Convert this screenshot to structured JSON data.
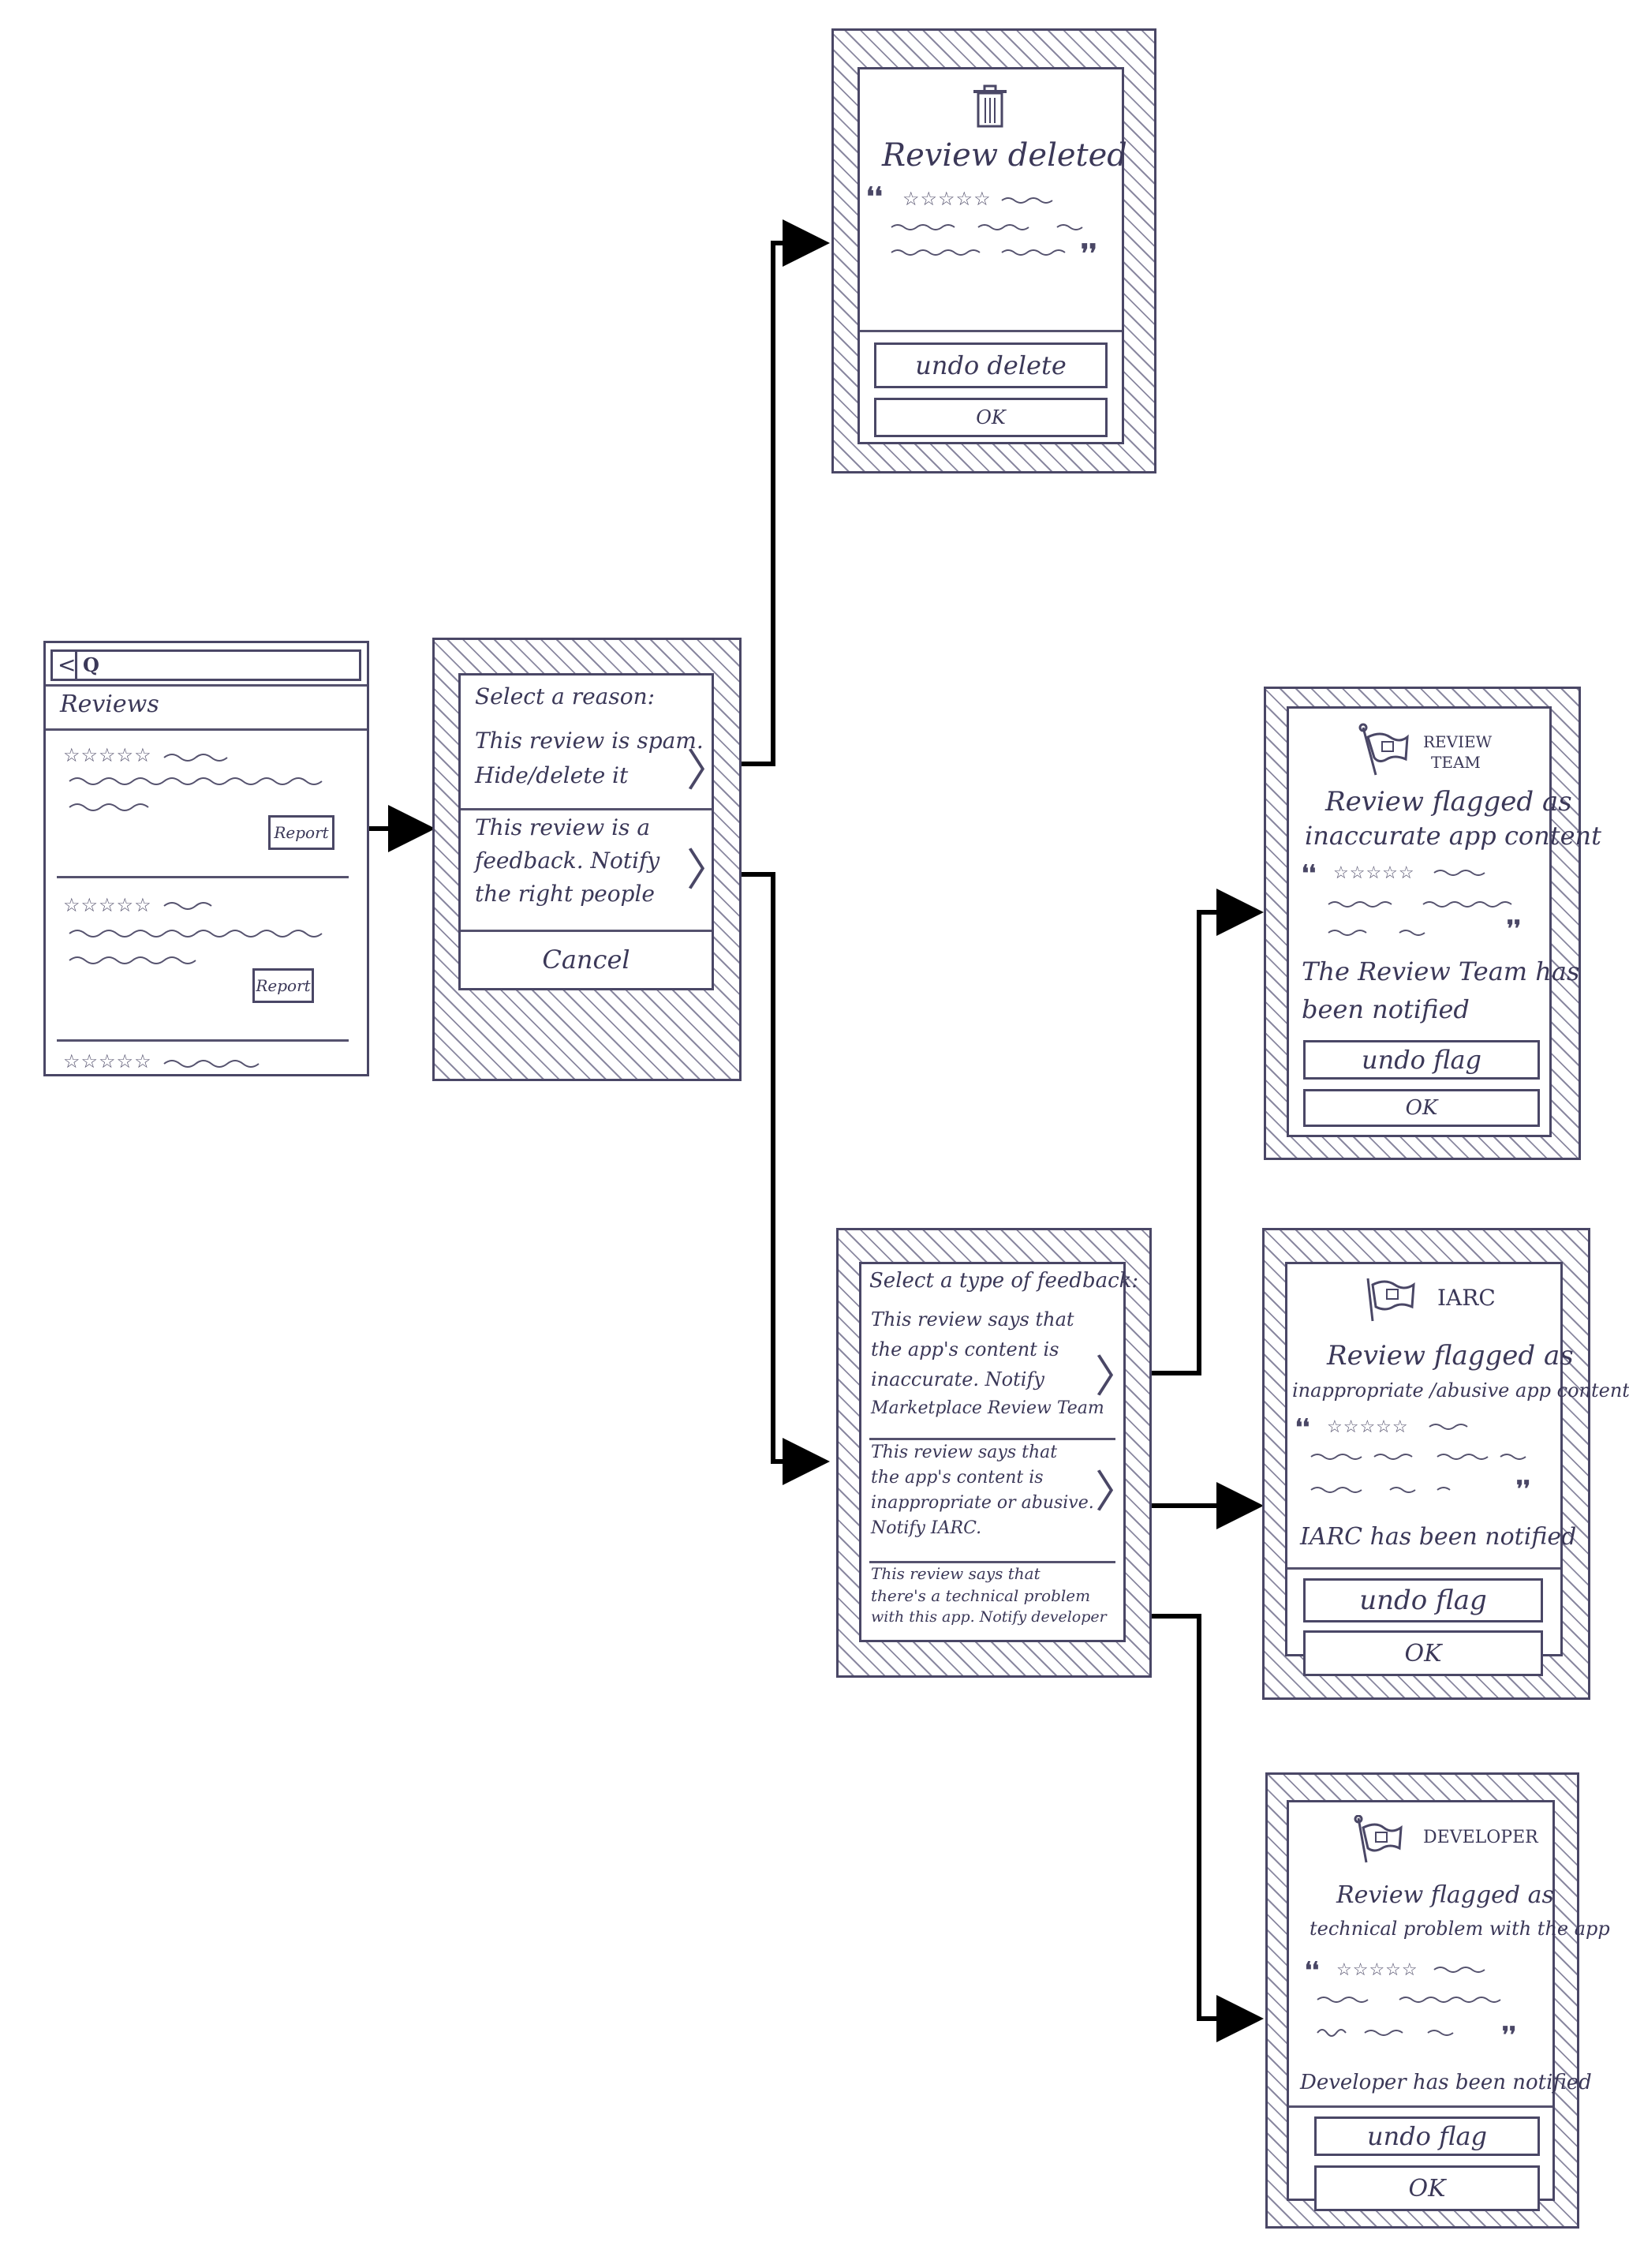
{
  "reviews_screen": {
    "back_glyph": "<",
    "search_glyph": "Q",
    "title": "Reviews",
    "stars": "☆☆☆☆☆",
    "report_label": "Report"
  },
  "reason_screen": {
    "heading": "Select a reason:",
    "option_spam_line1": "This review is spam.",
    "option_spam_line2": "Hide/delete it",
    "option_feedback_line1": "This review is a",
    "option_feedback_line2": "feedback. Notify",
    "option_feedback_line3": "the right people",
    "cancel_label": "Cancel"
  },
  "deleted_screen": {
    "title": "Review deleted",
    "stars": "☆☆☆☆☆",
    "undo_label": "undo delete",
    "ok_label": "OK"
  },
  "feedback_screen": {
    "heading": "Select a type of feedback:",
    "option_review_team_lines": [
      "This review says that",
      "the app's content is",
      "inaccurate. Notify",
      "Marketplace Review Team"
    ],
    "option_iarc_lines": [
      "This review says that",
      "the app's content is",
      "inappropriate or abusive.",
      "Notify IARC."
    ],
    "option_developer_lines": [
      "This review says that",
      "there's a technical problem",
      "with this app. Notify developer"
    ]
  },
  "review_team_screen": {
    "recipient_line1": "REVIEW",
    "recipient_line2": "TEAM",
    "title_line1": "Review flagged as",
    "title_line2": "inaccurate app content",
    "stars": "☆☆☆☆☆",
    "notified_line1": "The Review Team has",
    "notified_line2": "been notified",
    "undo_label": "undo flag",
    "ok_label": "OK"
  },
  "iarc_screen": {
    "recipient": "IARC",
    "title_line1": "Review flagged as",
    "title_line2": "inappropriate /abusive app content",
    "stars": "☆☆☆☆☆",
    "notified": "IARC has been notified",
    "undo_label": "undo flag",
    "ok_label": "OK"
  },
  "developer_screen": {
    "recipient": "DEVELOPER",
    "title_line1": "Review flagged as",
    "title_line2": "technical problem with the app",
    "stars": "☆☆☆☆☆",
    "notified": "Developer has been notified",
    "undo_label": "undo flag",
    "ok_label": "OK"
  },
  "colors": {
    "ink": "#3b3858",
    "arrow": "#000000"
  }
}
